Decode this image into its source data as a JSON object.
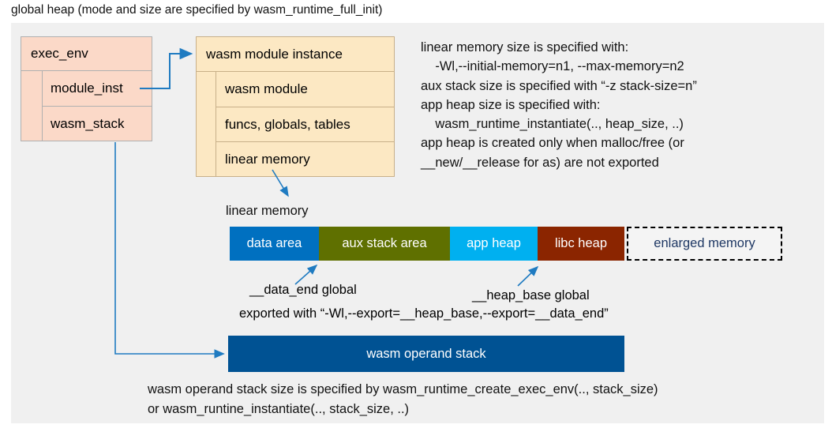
{
  "title": "global heap (mode and size are specified by wasm_runtime_full_init)",
  "colors": {
    "panel_bg": "#f0f0f0",
    "exec_env_fill": "#fbd9c8",
    "module_instance_fill": "#fce8c3",
    "data_area": "#0070c0",
    "aux_stack_area": "#5f7000",
    "app_heap": "#00b0f0",
    "libc_heap": "#8b2500",
    "enlarged_memory_text": "#1f3864",
    "operand_stack": "#005293",
    "connector": "#1f7bc1"
  },
  "exec_env": {
    "title": "exec_env",
    "fields": [
      {
        "label": "module_inst"
      },
      {
        "label": "wasm_stack"
      }
    ]
  },
  "module_instance": {
    "title": "wasm module instance",
    "fields": [
      {
        "label": "wasm module"
      },
      {
        "label": "funcs, globals, tables"
      },
      {
        "label": "linear memory"
      }
    ]
  },
  "notes": "linear memory size is specified with:\n    -Wl,--initial-memory=n1, --max-memory=n2\naux stack size is specified with “-z stack-size=n”\napp heap size is specified with:\n    wasm_runtime_instantiate(.., heap_size, ..)\napp heap is created only when malloc/free (or\n__new/__release for as) are not exported",
  "linear_memory": {
    "label": "linear memory",
    "segments": [
      {
        "label": "data area",
        "color": "#0070c0",
        "width": 113
      },
      {
        "label": "aux stack area",
        "color": "#5f7000",
        "width": 166
      },
      {
        "label": "app heap",
        "color": "#00b0f0",
        "width": 111
      },
      {
        "label": "libc heap",
        "color": "#8b2500",
        "width": 110
      },
      {
        "label": "enlarged memory",
        "color": "#f4f4f4",
        "width": 197
      }
    ]
  },
  "annotations": {
    "data_end": "__data_end global",
    "heap_base": "__heap_base global",
    "exported_with": "exported with “-Wl,--export=__heap_base,--export=__data_end”"
  },
  "operand_stack": {
    "label": "wasm operand stack",
    "note": "wasm operand stack size is specified by wasm_runtime_create_exec_env(.., stack_size)\nor wasm_runtine_instantiate(.., stack_size, ..)"
  }
}
